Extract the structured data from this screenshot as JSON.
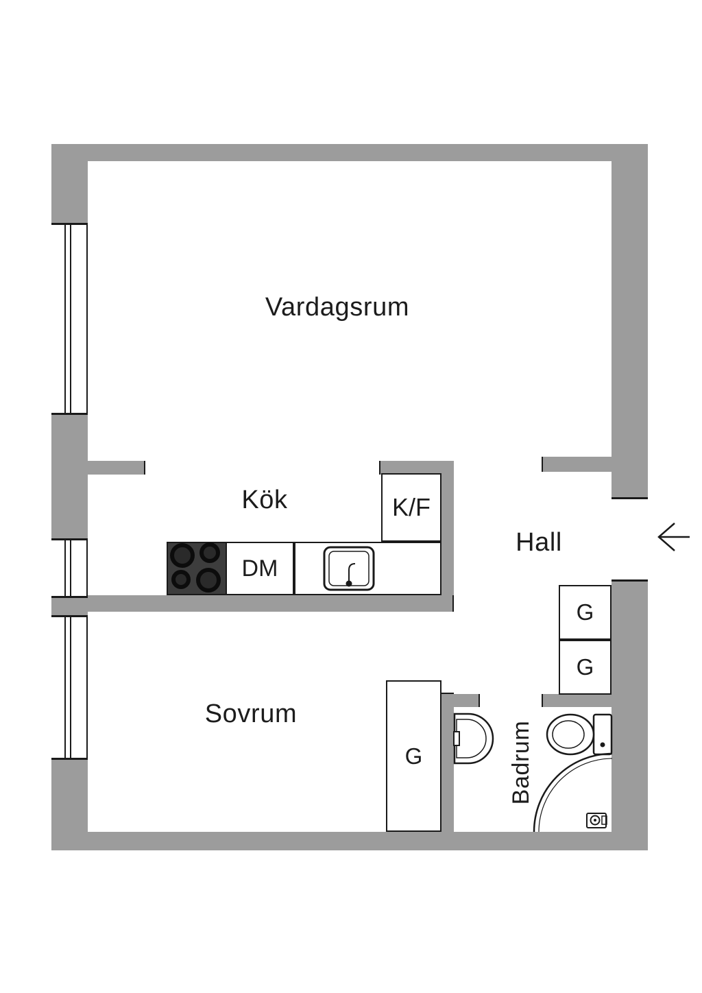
{
  "floor_plan": {
    "rooms": {
      "living_room": {
        "label": "Vardagsrum"
      },
      "kitchen": {
        "label": "Kök"
      },
      "hall": {
        "label": "Hall"
      },
      "bedroom": {
        "label": "Sovrum"
      },
      "bathroom": {
        "label": "Badrum"
      }
    },
    "fixtures": {
      "fridge_freezer": {
        "label": "K/F"
      },
      "dishwasher": {
        "label": "DM"
      },
      "hall_wardrobe_top": {
        "label": "G"
      },
      "hall_wardrobe_bottom": {
        "label": "G"
      },
      "bedroom_wardrobe": {
        "label": "G"
      }
    },
    "symbols": [
      "entrance-arrow",
      "stove-4-burners",
      "kitchen-sink",
      "washbasin",
      "toilet",
      "corner-shower",
      "window",
      "window",
      "window"
    ]
  },
  "colors": {
    "bg": "#ffffff",
    "wall": "#9c9c9c",
    "line": "#1a1a1a",
    "stove": "#3d3d3d",
    "text": "#1c1c1c"
  }
}
